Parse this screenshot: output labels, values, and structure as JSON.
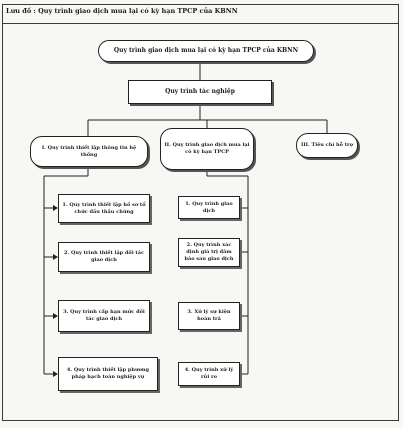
{
  "header": {
    "title": "Lưu đồ : Quy trình giao dịch mua lại có kỳ hạn TPCP của KBNN"
  },
  "diagram": {
    "root": "Quy trình giao dịch mua lại có kỳ hạn TPCP của KBNN",
    "ops": "Quy trình tác nghiệp",
    "categories": [
      "I. Quy trình thiết lập thông tin hệ thống",
      "II. Quy trình giao dịch mua lại có kỳ hạn TPCP",
      "III. Tiêu chí hỗ trợ"
    ],
    "left_steps": [
      "1. Quy trình thiết lập hồ sơ tổ chức đầu thầu chứng",
      "2. Quy trình thiết lập đối tác giao dịch",
      "3. Quy trình cấp hạn mức đối tác giao dịch",
      "4. Quy trình thiết lập phương pháp hạch toán nghiệp vụ"
    ],
    "right_steps": [
      "1. Quy trình giao dịch",
      "2. Quy trình xác định giá trị đảm bảo sau giao dịch",
      "3. Xử lý sự kiện hoàn trả",
      "4. Quy trình xử lý rủi ro"
    ]
  }
}
